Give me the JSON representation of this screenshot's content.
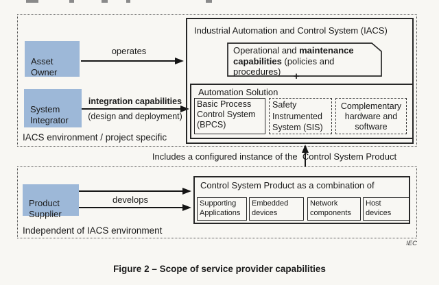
{
  "upper": {
    "region_label": "IACS environment / project specific",
    "asset_owner": {
      "label": "Asset\nOwner",
      "arrow_label": "operates"
    },
    "system_integrator": {
      "label": "System\nIntegrator",
      "arrow_label": "integration capabilities",
      "arrow_sublabel": "(design and deployment)"
    },
    "iacs": {
      "title": "Industrial Automation and Control System (IACS)",
      "note": {
        "part1": "Operational and ",
        "bold": "maintenance\ncapabilities",
        "part2": " (policies and\nprocedures)"
      },
      "plus": "+",
      "automation_solution": {
        "title": "Automation Solution",
        "bpcs": "Basic Process\nControl System\n(BPCS)",
        "sis": "Safety\nInstrumented\nSystem (SIS)",
        "complementary": "Complementary\nhardware and\nsoftware"
      }
    }
  },
  "connector": {
    "label": "Includes a configured instance of the  Control System Product"
  },
  "lower": {
    "region_label": "Independent of IACS environment",
    "product_supplier": {
      "label": "Product\nSupplier",
      "arrow_label": "develops"
    },
    "csp": {
      "title": "Control System Product as a combination of",
      "components": [
        "Supporting\nApplications",
        "Embedded\ndevices",
        "Network\ncomponents",
        "Host\ndevices"
      ]
    }
  },
  "footer": {
    "credit": "IEC",
    "caption": "Figure 2 – Scope of service provider capabilities"
  },
  "colors": {
    "entity_blue": "#9db8d8",
    "background": "#f8f7f3",
    "line": "#151515"
  }
}
